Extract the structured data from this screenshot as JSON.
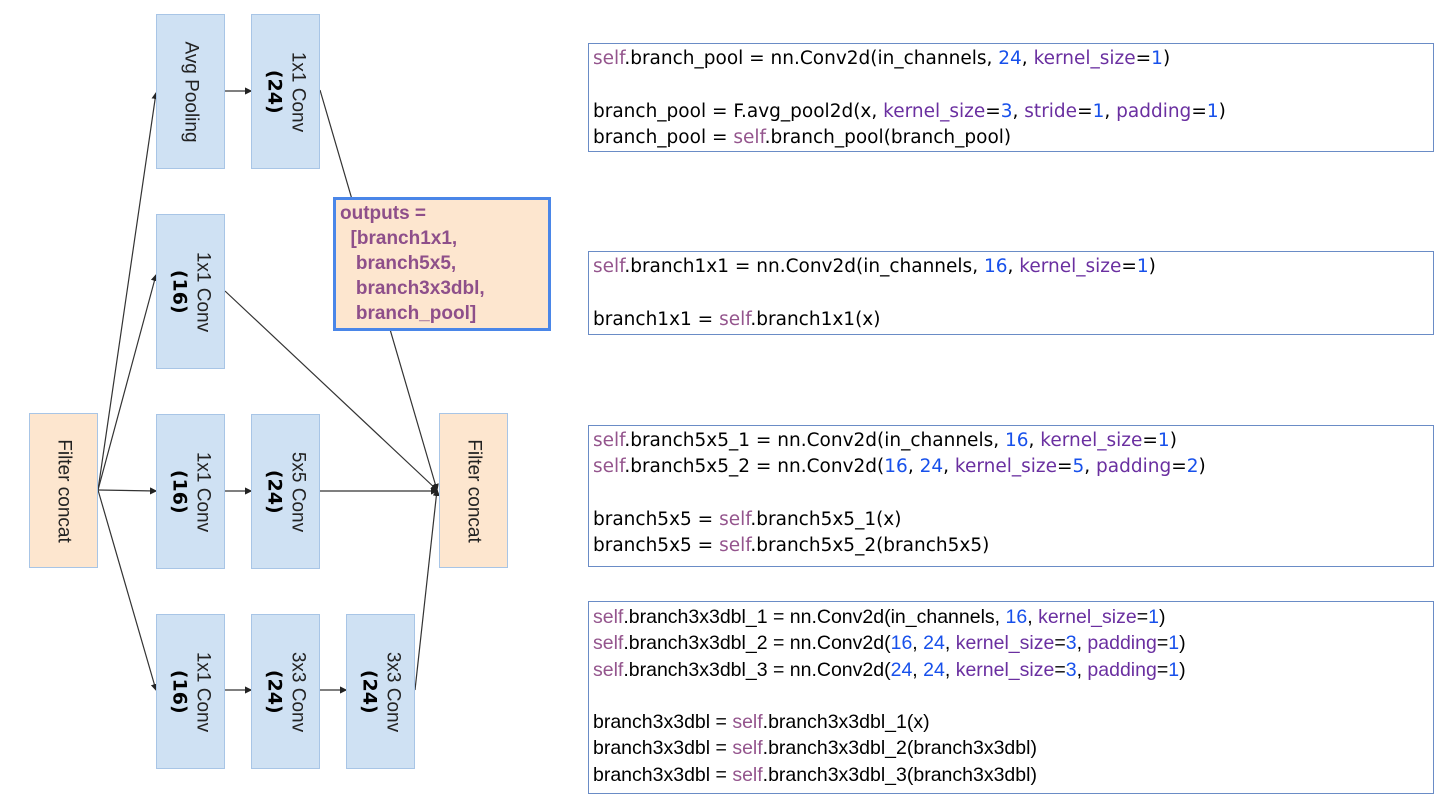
{
  "diagram": {
    "nodes": {
      "filter_concat_in": {
        "label": "Filter concat"
      },
      "avg_pooling": {
        "label": "Avg Pooling"
      },
      "pool_conv": {
        "label": "1x1 Conv",
        "channels": "(24)"
      },
      "b1_conv": {
        "label": "1x1 Conv",
        "channels": "(16)"
      },
      "b5_conv1": {
        "label": "1x1 Conv",
        "channels": "(16)"
      },
      "b5_conv2": {
        "label": "5x5 Conv",
        "channels": "(24)"
      },
      "b3_conv1": {
        "label": "1x1 Conv",
        "channels": "(16)"
      },
      "b3_conv2": {
        "label": "3x3 Conv",
        "channels": "(24)"
      },
      "b3_conv3": {
        "label": "3x3 Conv",
        "channels": "(24)"
      },
      "filter_concat_out": {
        "label": "Filter concat"
      }
    },
    "outputs_note": "outputs =\n  [branch1x1,\n   branch5x5,\n   branch3x3dbl,\n   branch_pool]"
  },
  "colors": {
    "self": "#94558d",
    "keyword": "#6a2fa0",
    "number": "#1750eb",
    "box_fill": "#cfe1f3",
    "concat_fill": "#fde6cf",
    "note_border": "#4a86e8"
  },
  "code_blocks": [
    {
      "lines": [
        [
          [
            "self",
            "self"
          ],
          [
            ".branch_pool = nn.Conv2d(in_channels, ",
            ""
          ],
          [
            "24",
            "num"
          ],
          [
            ", ",
            ""
          ],
          [
            "kernel_size",
            "kw"
          ],
          [
            "=",
            ""
          ],
          [
            "1",
            "num"
          ],
          [
            ")",
            ""
          ]
        ],
        [],
        [
          [
            "branch_pool = F.avg_pool2d(x, ",
            ""
          ],
          [
            "kernel_size",
            "kw"
          ],
          [
            "=",
            ""
          ],
          [
            "3",
            "num"
          ],
          [
            ", ",
            ""
          ],
          [
            "stride",
            "kw"
          ],
          [
            "=",
            ""
          ],
          [
            "1",
            "num"
          ],
          [
            ", ",
            ""
          ],
          [
            "padding",
            "kw"
          ],
          [
            "=",
            ""
          ],
          [
            "1",
            "num"
          ],
          [
            ")",
            ""
          ]
        ],
        [
          [
            "branch_pool = ",
            ""
          ],
          [
            "self",
            "self"
          ],
          [
            ".branch_pool(branch_pool)",
            ""
          ]
        ]
      ]
    },
    {
      "lines": [
        [
          [
            "self",
            "self"
          ],
          [
            ".branch1x1 = nn.Conv2d(in_channels, ",
            ""
          ],
          [
            "16",
            "num"
          ],
          [
            ", ",
            ""
          ],
          [
            "kernel_size",
            "kw"
          ],
          [
            "=",
            ""
          ],
          [
            "1",
            "num"
          ],
          [
            ")",
            ""
          ]
        ],
        [],
        [
          [
            "branch1x1 = ",
            ""
          ],
          [
            "self",
            "self"
          ],
          [
            ".branch1x1(x)",
            ""
          ]
        ]
      ]
    },
    {
      "lines": [
        [
          [
            "self",
            "self"
          ],
          [
            ".branch5x5_1 = nn.Conv2d(in_channels, ",
            ""
          ],
          [
            "16",
            "num"
          ],
          [
            ", ",
            ""
          ],
          [
            "kernel_size",
            "kw"
          ],
          [
            "=",
            ""
          ],
          [
            "1",
            "num"
          ],
          [
            ")",
            ""
          ]
        ],
        [
          [
            "self",
            "self"
          ],
          [
            ".branch5x5_2 = nn.Conv2d(",
            ""
          ],
          [
            "16",
            "num"
          ],
          [
            ", ",
            ""
          ],
          [
            "24",
            "num"
          ],
          [
            ", ",
            ""
          ],
          [
            "kernel_size",
            "kw"
          ],
          [
            "=",
            ""
          ],
          [
            "5",
            "num"
          ],
          [
            ", ",
            ""
          ],
          [
            "padding",
            "kw"
          ],
          [
            "=",
            ""
          ],
          [
            "2",
            "num"
          ],
          [
            ")",
            ""
          ]
        ],
        [],
        [
          [
            "branch5x5 = ",
            ""
          ],
          [
            "self",
            "self"
          ],
          [
            ".branch5x5_1(x)",
            ""
          ]
        ],
        [
          [
            "branch5x5 = ",
            ""
          ],
          [
            "self",
            "self"
          ],
          [
            ".branch5x5_2(branch5x5)",
            ""
          ]
        ]
      ]
    },
    {
      "lines": [
        [
          [
            "self",
            "self"
          ],
          [
            ".branch3x3dbl_1 = nn.Conv2d(in_channels, ",
            ""
          ],
          [
            "16",
            "num"
          ],
          [
            ", ",
            ""
          ],
          [
            "kernel_size",
            "kw"
          ],
          [
            "=",
            ""
          ],
          [
            "1",
            "num"
          ],
          [
            ")",
            ""
          ]
        ],
        [
          [
            "self",
            "self"
          ],
          [
            ".branch3x3dbl_2 = nn.Conv2d(",
            ""
          ],
          [
            "16",
            "num"
          ],
          [
            ", ",
            ""
          ],
          [
            "24",
            "num"
          ],
          [
            ", ",
            ""
          ],
          [
            "kernel_size",
            "kw"
          ],
          [
            "=",
            ""
          ],
          [
            "3",
            "num"
          ],
          [
            ", ",
            ""
          ],
          [
            "padding",
            "kw"
          ],
          [
            "=",
            ""
          ],
          [
            "1",
            "num"
          ],
          [
            ")",
            ""
          ]
        ],
        [
          [
            "self",
            "self"
          ],
          [
            ".branch3x3dbl_3 = nn.Conv2d(",
            ""
          ],
          [
            "24",
            "num"
          ],
          [
            ", ",
            ""
          ],
          [
            "24",
            "num"
          ],
          [
            ", ",
            ""
          ],
          [
            "kernel_size",
            "kw"
          ],
          [
            "=",
            ""
          ],
          [
            "3",
            "num"
          ],
          [
            ", ",
            ""
          ],
          [
            "padding",
            "kw"
          ],
          [
            "=",
            ""
          ],
          [
            "1",
            "num"
          ],
          [
            ")",
            ""
          ]
        ],
        [],
        [
          [
            "branch3x3dbl = ",
            ""
          ],
          [
            "self",
            "self"
          ],
          [
            ".branch3x3dbl_1(x)",
            ""
          ]
        ],
        [
          [
            "branch3x3dbl = ",
            ""
          ],
          [
            "self",
            "self"
          ],
          [
            ".branch3x3dbl_2(branch3x3dbl)",
            ""
          ]
        ],
        [
          [
            "branch3x3dbl = ",
            ""
          ],
          [
            "self",
            "self"
          ],
          [
            ".branch3x3dbl_3(branch3x3dbl)",
            ""
          ]
        ]
      ]
    }
  ]
}
